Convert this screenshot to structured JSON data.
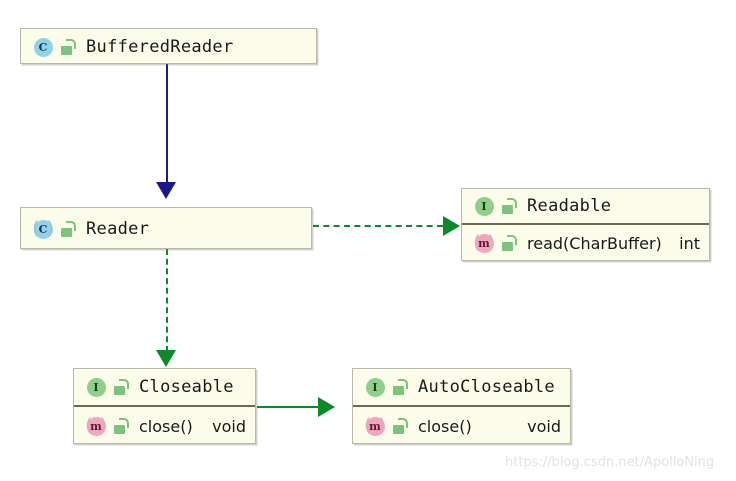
{
  "diagram": {
    "type": "uml-class-diagram",
    "background_color": "#ffffff",
    "node_fill_color": "#fbfcea",
    "node_border_color": "#b8b8a8",
    "inheritance_color": "#1a1a8c",
    "realization_color": "#0a8a28"
  },
  "nodes": {
    "buffered_reader": {
      "title": "BufferedReader",
      "stereotype_letter": "C",
      "visibility_icon": "unlocked-padlock-icon",
      "members": []
    },
    "reader": {
      "title": "Reader",
      "stereotype_letter": "C",
      "visibility_icon": "unlocked-padlock-icon",
      "members": []
    },
    "readable": {
      "title": "Readable",
      "stereotype_letter": "I",
      "visibility_icon": "unlocked-padlock-icon",
      "members": [
        {
          "stereotype_letter": "m",
          "name": "read(CharBuffer)",
          "type": "int"
        }
      ]
    },
    "closeable": {
      "title": "Closeable",
      "stereotype_letter": "I",
      "visibility_icon": "unlocked-padlock-icon",
      "members": [
        {
          "stereotype_letter": "m",
          "name": "close()",
          "type": "void"
        }
      ]
    },
    "auto_closeable": {
      "title": "AutoCloseable",
      "stereotype_letter": "I",
      "visibility_icon": "unlocked-padlock-icon",
      "members": [
        {
          "stereotype_letter": "m",
          "name": "close()",
          "type": "void"
        }
      ]
    }
  },
  "edges": [
    {
      "name": "buffered-reader-extends-reader",
      "from": "BufferedReader",
      "to": "Reader",
      "style": "solid",
      "color": "#1a1a8c",
      "kind": "generalization"
    },
    {
      "name": "reader-implements-readable",
      "from": "Reader",
      "to": "Readable",
      "style": "dashed",
      "color": "#0a8a28",
      "kind": "realization"
    },
    {
      "name": "reader-implements-closeable",
      "from": "Reader",
      "to": "Closeable",
      "style": "dashed",
      "color": "#0a8a28",
      "kind": "realization"
    },
    {
      "name": "closeable-extends-autocloseable",
      "from": "Closeable",
      "to": "AutoCloseable",
      "style": "solid",
      "color": "#0a8a28",
      "kind": "generalization"
    }
  ],
  "watermark": {
    "text": "https://blog.csdn.net/ApolloNing"
  }
}
